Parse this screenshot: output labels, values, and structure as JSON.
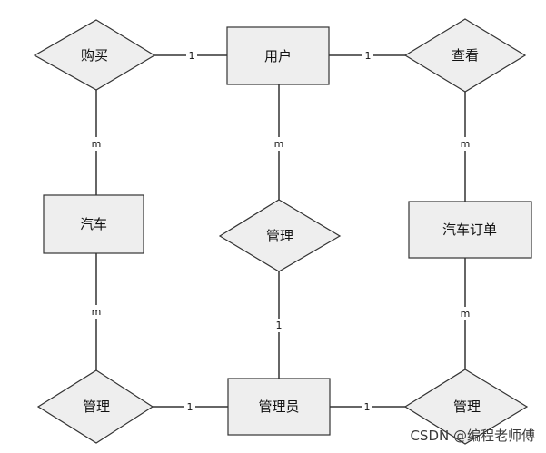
{
  "entities": {
    "user": "用户",
    "car": "汽车",
    "car_order": "汽车订单",
    "admin": "管理员"
  },
  "relationships": {
    "buy": "购买",
    "view": "查看",
    "manage_center": "管理",
    "manage_left": "管理",
    "manage_right": "管理"
  },
  "cardinalities": {
    "buy_user": "1",
    "user_view": "1",
    "buy_car": "m",
    "user_manage": "m",
    "view_order": "m",
    "car_manage": "m",
    "manage_admin": "1",
    "order_manage": "m",
    "manage_left_admin": "1",
    "admin_manage_right": "1"
  },
  "watermark": "CSDN @编程老师傅"
}
